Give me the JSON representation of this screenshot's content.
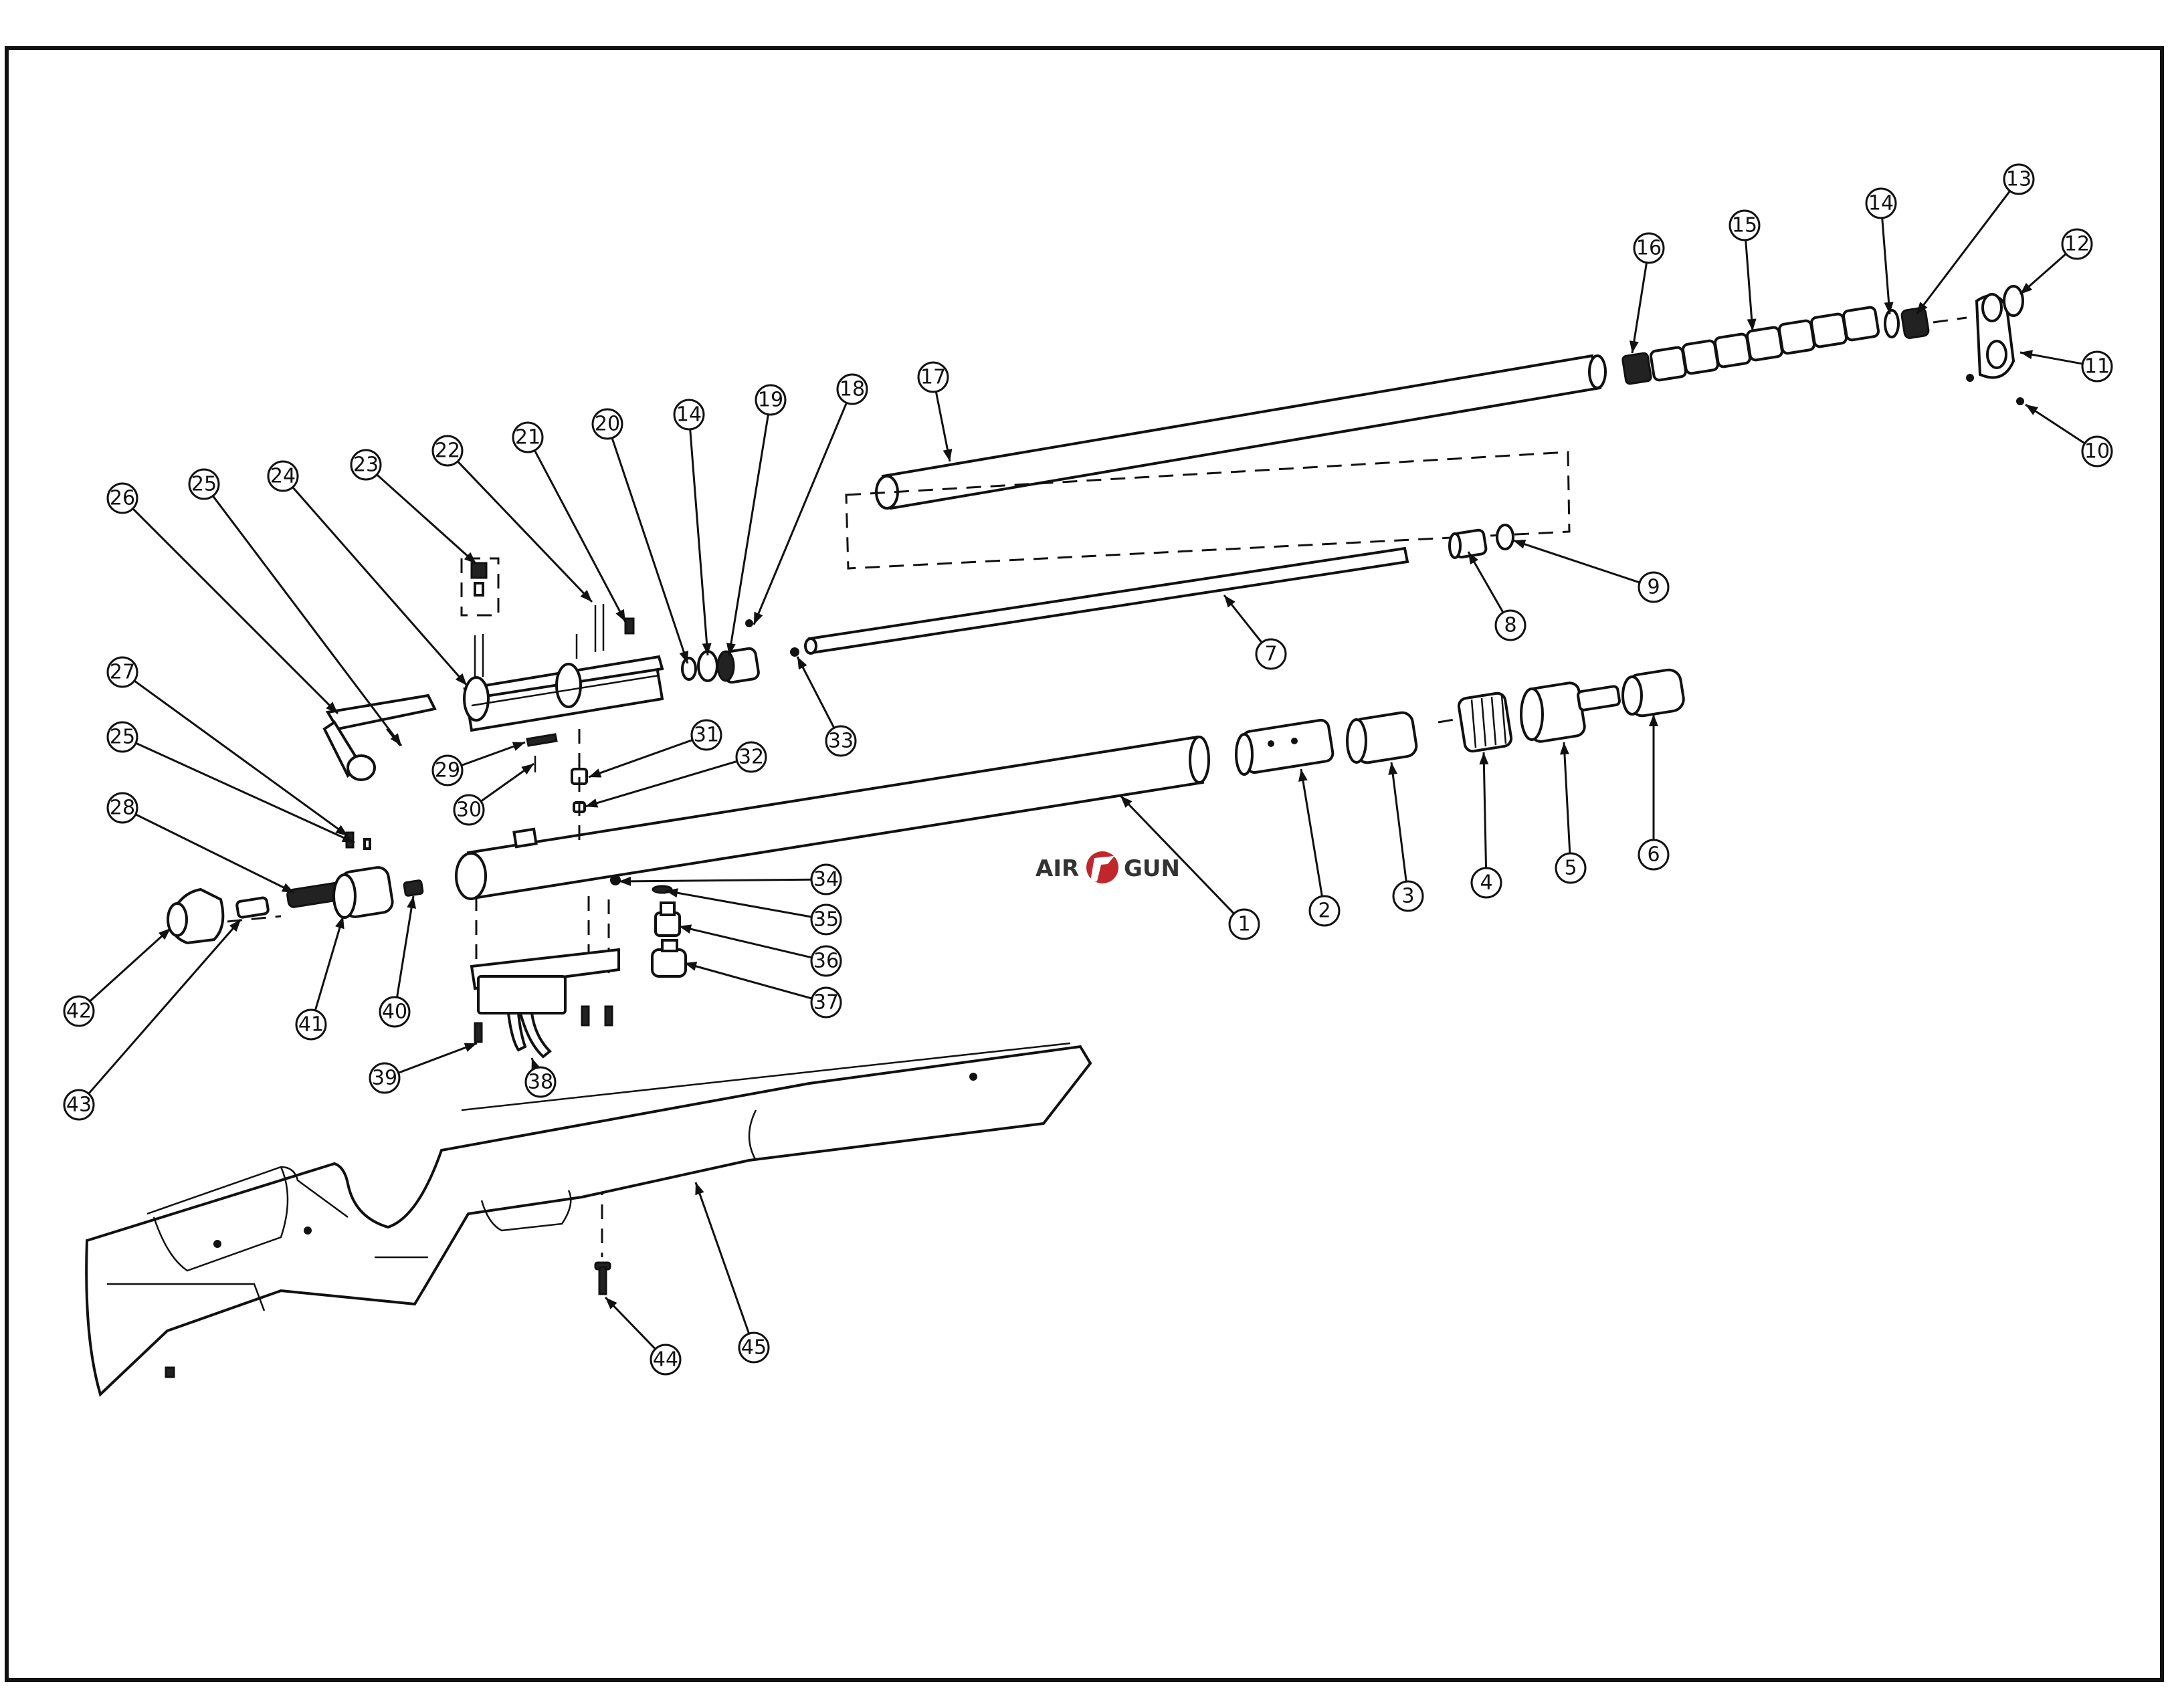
{
  "diagram": {
    "callouts": [
      {
        "id": "1"
      },
      {
        "id": "2"
      },
      {
        "id": "3"
      },
      {
        "id": "4"
      },
      {
        "id": "5"
      },
      {
        "id": "6"
      },
      {
        "id": "7"
      },
      {
        "id": "8"
      },
      {
        "id": "9"
      },
      {
        "id": "10"
      },
      {
        "id": "11"
      },
      {
        "id": "12"
      },
      {
        "id": "13"
      },
      {
        "id": "14"
      },
      {
        "id": "15"
      },
      {
        "id": "16"
      },
      {
        "id": "17"
      },
      {
        "id": "18"
      },
      {
        "id": "19"
      },
      {
        "id": "14"
      },
      {
        "id": "20"
      },
      {
        "id": "21"
      },
      {
        "id": "22"
      },
      {
        "id": "23"
      },
      {
        "id": "24"
      },
      {
        "id": "25"
      },
      {
        "id": "26"
      },
      {
        "id": "27"
      },
      {
        "id": "25"
      },
      {
        "id": "28"
      },
      {
        "id": "29"
      },
      {
        "id": "30"
      },
      {
        "id": "31"
      },
      {
        "id": "32"
      },
      {
        "id": "33"
      },
      {
        "id": "34"
      },
      {
        "id": "35"
      },
      {
        "id": "36"
      },
      {
        "id": "37"
      },
      {
        "id": "38"
      },
      {
        "id": "39"
      },
      {
        "id": "40"
      },
      {
        "id": "41"
      },
      {
        "id": "42"
      },
      {
        "id": "43"
      },
      {
        "id": "44"
      },
      {
        "id": "45"
      }
    ]
  },
  "logo": {
    "left": "AIR",
    "right": "GUN",
    "accent_color": "#c0272d"
  },
  "colors": {
    "line": "#111111",
    "background": "#ffffff"
  }
}
